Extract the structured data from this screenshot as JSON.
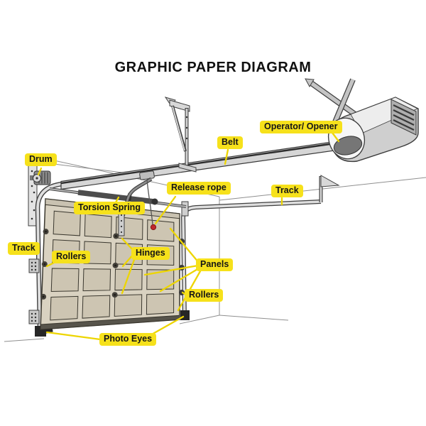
{
  "title": "GRAPHIC PAPER DIAGRAM",
  "diagram": {
    "labels": {
      "drum": "Drum",
      "operator_opener": "Operator/ Opener",
      "belt": "Belt",
      "track": "Track",
      "release_rope": "Release rope",
      "torsion_spring": "Torsion Spring",
      "rollers": "Rollers",
      "hinges": "Hinges",
      "panels": "Panels",
      "photo_eyes": "Photo Eyes"
    },
    "colors": {
      "label_bg": "#F6E11B",
      "pointer_line": "#EDD500",
      "door_face": "#D9D2C1",
      "door_panel": "#CDC5B2",
      "outline": "#3B382F",
      "metal_light": "#D8D8D8",
      "metal_dark": "#5F5F5F",
      "release_handle": "#C1272D",
      "background": "#FFFFFF"
    }
  }
}
